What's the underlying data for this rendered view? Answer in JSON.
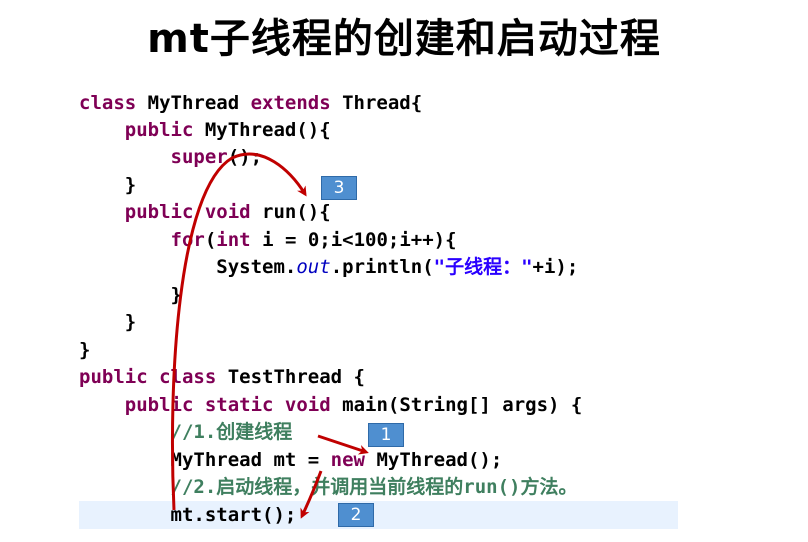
{
  "title": "mt子线程的创建和启动过程",
  "code": {
    "l1": {
      "kw1": "class ",
      "t1": "MyThread ",
      "kw2": "extends ",
      "t2": "Thread{"
    },
    "l2": {
      "indent": "    ",
      "kw1": "public ",
      "t1": "MyThread(){"
    },
    "l3": {
      "indent": "        ",
      "kw1": "super",
      "t1": "();"
    },
    "l4": {
      "indent": "    ",
      "t1": "}"
    },
    "l5": {
      "indent": "    ",
      "kw1": "public ",
      "kw2": "void ",
      "t1": "run(){"
    },
    "l6": {
      "indent": "        ",
      "kw1": "for",
      "t1": "(",
      "kw2": "int ",
      "t2": "i = 0;i<100;i++){"
    },
    "l7": {
      "indent": "            ",
      "t1": "System.",
      "field": "out",
      "t2": ".println(",
      "str": "\"子线程：\"",
      "t3": "+i);"
    },
    "l8": {
      "indent": "        ",
      "t1": "}"
    },
    "l9": {
      "indent": "    ",
      "t1": "}"
    },
    "l10": {
      "t1": "}"
    },
    "l11": {
      "kw1": "public ",
      "kw2": "class ",
      "t1": "TestThread {"
    },
    "l12": {
      "indent": "    ",
      "kw1": "public ",
      "kw2": "static ",
      "kw3": "void ",
      "t1": "main(String[] args) {"
    },
    "l13": {
      "indent": "        ",
      "cm": "//1.创建线程"
    },
    "l14": {
      "indent": "        ",
      "t1": "MyThread mt = ",
      "kw1": "new ",
      "t2": "MyThread();"
    },
    "l15": {
      "indent": "        ",
      "cm": "//2.启动线程，并调用当前线程的run()方法。"
    },
    "l16": {
      "indent": "        ",
      "t1": "mt.start();"
    }
  },
  "badges": {
    "b1": "1",
    "b2": "2",
    "b3": "3"
  },
  "colors": {
    "arrow": "#c00000",
    "badge": "#4f8fd0",
    "keyword": "#7f0055",
    "comment": "#3f7f5f",
    "string": "#2a00ff"
  }
}
